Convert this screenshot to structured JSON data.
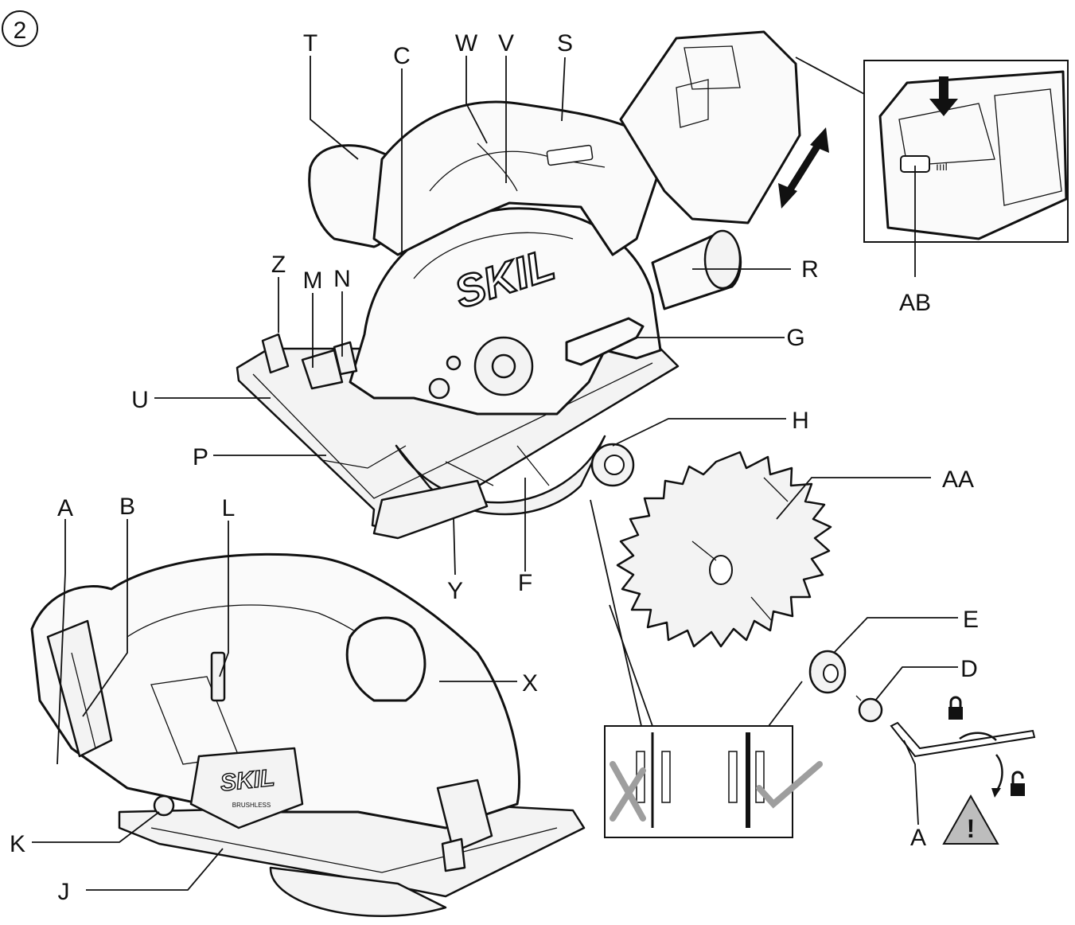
{
  "figure_number": "2",
  "brand": "SKIL",
  "brushless_mark": "BRUSHLESS",
  "callouts": {
    "T": "T",
    "C": "C",
    "W": "W",
    "V": "V",
    "S": "S",
    "R": "R",
    "G": "G",
    "H": "H",
    "AA": "AA",
    "AB": "AB",
    "Z": "Z",
    "M": "M",
    "N": "N",
    "U": "U",
    "P": "P",
    "Y": "Y",
    "F": "F",
    "E": "E",
    "D": "D",
    "A_key": "A",
    "A": "A",
    "B": "B",
    "L": "L",
    "X": "X",
    "K": "K",
    "J": "J"
  },
  "icons": [
    "lock-icon",
    "unlock-icon",
    "warning-triangle-icon",
    "check-mark-icon",
    "cross-mark-icon",
    "press-arrow-icon",
    "double-arrow-icon"
  ],
  "colors": {
    "line": "#111111",
    "mark": "#9e9e9e",
    "background": "#ffffff"
  }
}
